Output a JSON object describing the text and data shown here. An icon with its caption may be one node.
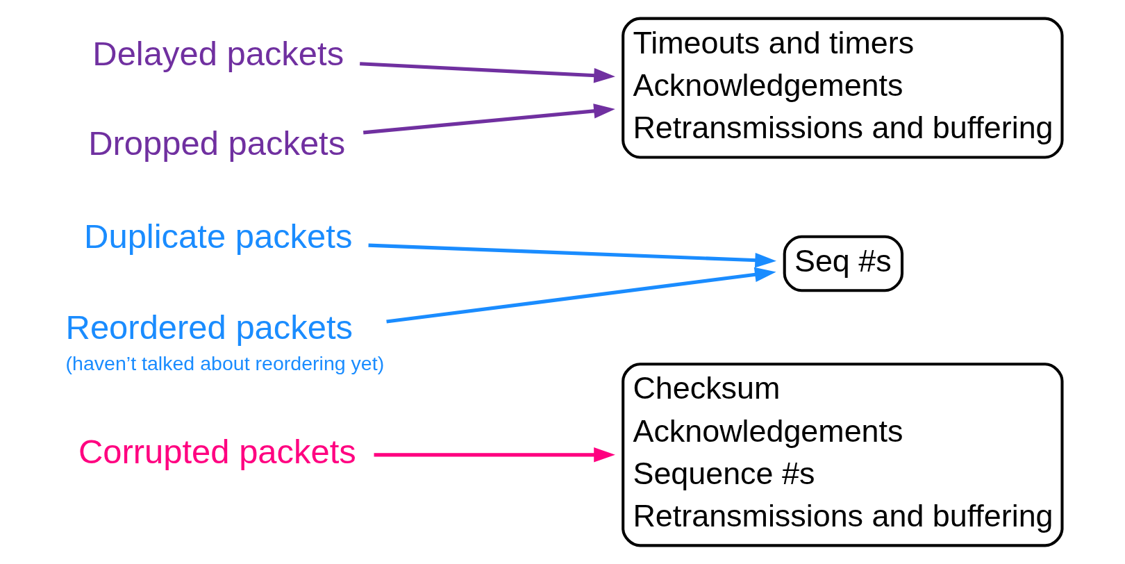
{
  "diagram": {
    "nodes": [
      {
        "text": [
          "Corrupted packets"
        ]
      },
      {
        "text": [
          "Duplicate packets"
        ]
      },
      {
        "text": [
          "Reordered packets"
        ],
        "beside": [
          "(haven’t talked about reordering yet)"
        ]
      },
      {
        "text": [
          "Delayed packets"
        ]
      },
      {
        "text": [
          "Dropped packets"
        ]
      },
      {
        "text": [
          "Checksum",
          "Acknowledgements",
          "Sequence #s",
          "Retransmissions and buffering"
        ]
      },
      {
        "text": [
          "Seq #s"
        ]
      },
      {
        "text": [
          "Timeouts and timers",
          "Acknowledgements",
          "Retransmissions and buffering"
        ]
      }
    ],
    "edges": [
      {
        "from": 0,
        "to": 5,
        "arrow": "to",
        "color": "#ff0080"
      },
      {
        "from": 1,
        "to": 6,
        "arrow": "to",
        "color": "#1a8cff"
      },
      {
        "from": 2,
        "to": 6,
        "arrow": "to",
        "color": "#1a8cff"
      },
      {
        "from": 3,
        "to": 7,
        "arrow": "to",
        "color": "#7030a0"
      },
      {
        "from": 4,
        "to": 7,
        "arrow": "to",
        "color": "#7030a0"
      }
    ]
  }
}
